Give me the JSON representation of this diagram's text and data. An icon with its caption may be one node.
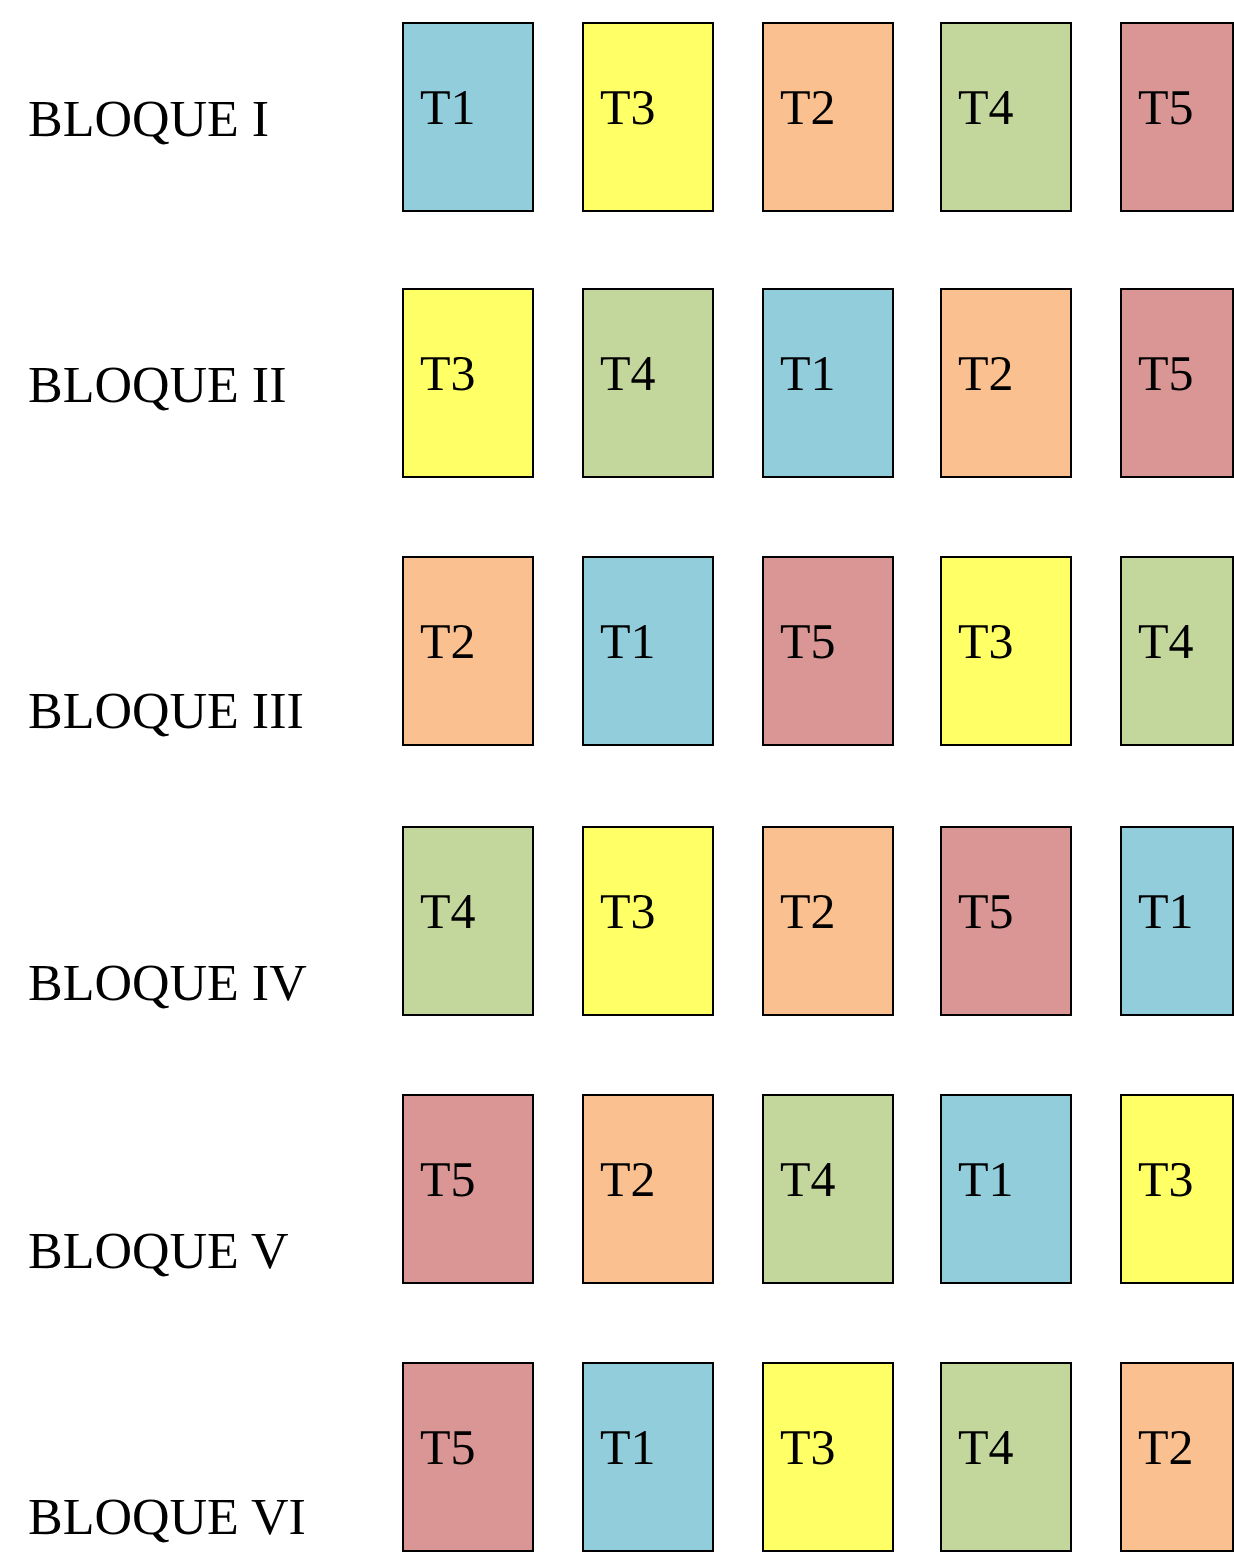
{
  "diagram": {
    "nodes": [
      {
        "text": [
          "T1"
        ]
      },
      {
        "text": [
          "T3"
        ]
      },
      {
        "text": [
          "T2"
        ]
      },
      {
        "text": [
          "T4"
        ]
      },
      {
        "text": [
          "T5"
        ]
      },
      {
        "text": [
          "T3"
        ]
      },
      {
        "text": [
          "T4"
        ]
      },
      {
        "text": [
          "T1"
        ]
      },
      {
        "text": [
          "T2"
        ]
      },
      {
        "text": [
          "T5"
        ]
      },
      {
        "text": [
          "T2"
        ]
      },
      {
        "text": [
          "T1"
        ]
      },
      {
        "text": [
          "T5"
        ]
      },
      {
        "text": [
          "T3"
        ]
      },
      {
        "text": [
          "T4"
        ]
      },
      {
        "text": [
          "T4"
        ]
      },
      {
        "text": [
          "T3"
        ]
      },
      {
        "text": [
          "T2"
        ]
      },
      {
        "text": [
          "T5"
        ]
      },
      {
        "text": [
          "T1"
        ]
      },
      {
        "text": [
          "T5"
        ]
      },
      {
        "text": [
          "T2"
        ]
      },
      {
        "text": [
          "T4"
        ]
      },
      {
        "text": [
          "T1"
        ]
      },
      {
        "text": [
          "T3"
        ]
      },
      {
        "text": [
          "T5"
        ]
      },
      {
        "text": [
          "T1"
        ]
      },
      {
        "text": [
          "T3"
        ]
      },
      {
        "text": [
          "T4"
        ]
      },
      {
        "text": [
          "T2"
        ]
      }
    ],
    "labels": [
      "BLOQUE I",
      "BLOQUE II",
      "BLOQUE III",
      "BLOQUE IV",
      "BLOQUE V",
      "BLOQUE VI"
    ]
  }
}
